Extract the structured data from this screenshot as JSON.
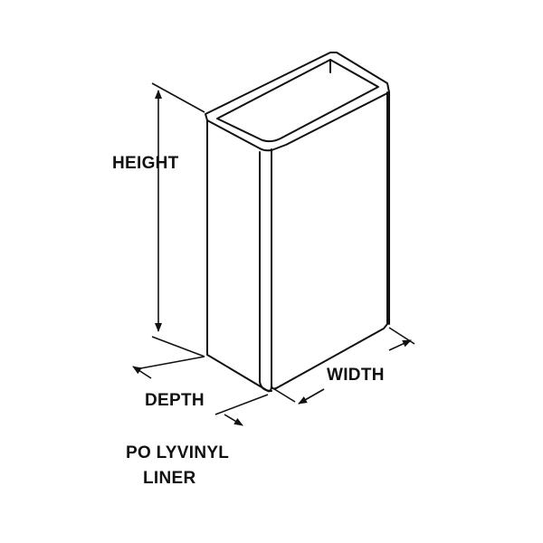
{
  "diagram": {
    "labels": {
      "height": "HEIGHT",
      "width": "WIDTH",
      "depth": "DEPTH"
    },
    "caption": {
      "line1": "PO LYVINYL",
      "line2": "LINER"
    },
    "colors": {
      "stroke": "#111111",
      "background": "#ffffff"
    }
  }
}
